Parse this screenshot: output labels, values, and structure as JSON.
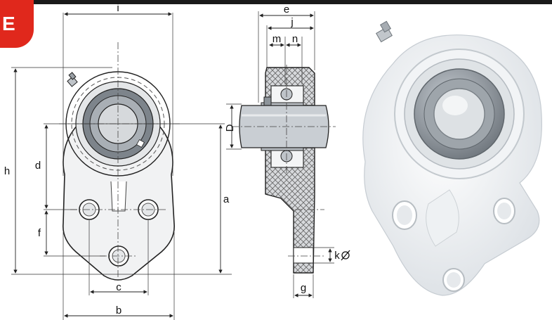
{
  "badge": {
    "letter": "E",
    "color": "#e0281c"
  },
  "dimensions": {
    "i": "i",
    "h": "h",
    "d": "d",
    "f": "f",
    "c": "c",
    "b": "b",
    "a": "a",
    "e": "e",
    "j": "j",
    "m": "m",
    "n": "n",
    "D": "D",
    "k": "k",
    "g": "g"
  },
  "colors": {
    "housing": "#e8eaec",
    "bearing": "#8a9096",
    "line": "#222222"
  },
  "icons": {
    "grease-nipple": "grease-nipple-icon",
    "bolt-hole": "bolt-hole-icon"
  }
}
